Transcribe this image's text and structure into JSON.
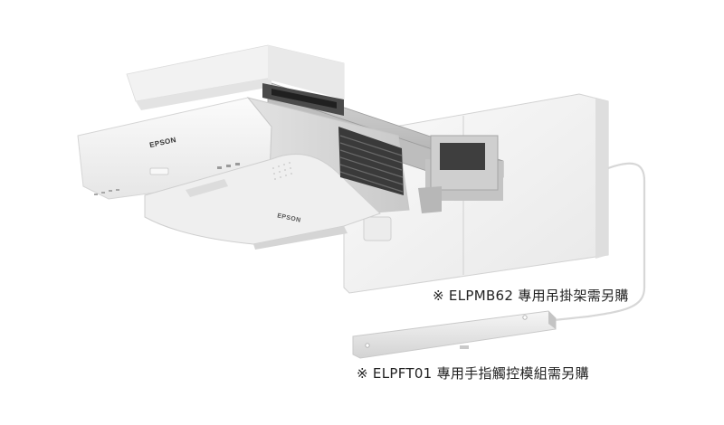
{
  "product": {
    "brand_front": "EPSON",
    "brand_bottom": "EPSON"
  },
  "captions": {
    "mount_note": "※ ELPMB62 專用吊掛架需另購",
    "touch_note": "※ ELPFT01 專用手指觸控模組需另購"
  },
  "colors": {
    "body_white": "#f4f4f4",
    "body_shadow": "#d9d9d9",
    "arm_grey": "#b9b9b9",
    "vent_dark": "#3a3a3a",
    "caption_text": "#222222"
  }
}
